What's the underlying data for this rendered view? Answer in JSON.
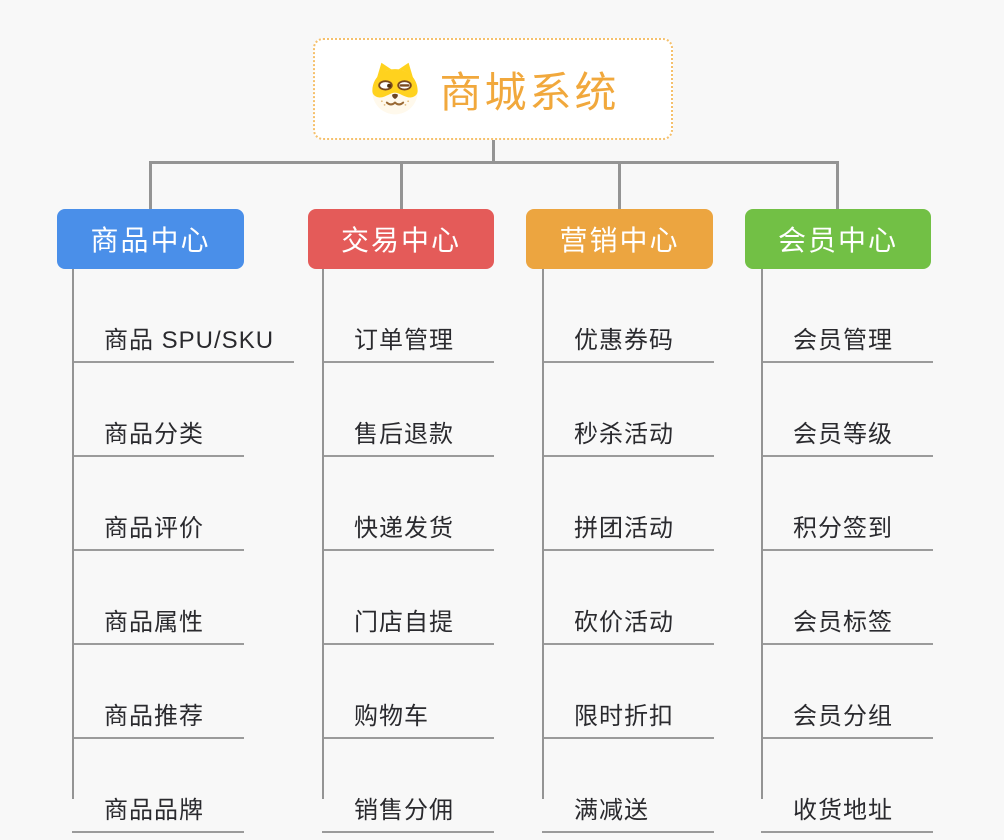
{
  "root": {
    "title": "商城系统",
    "icon": "dog-face-icon",
    "title_color": "#F1A83C",
    "border_color": "#F5C06C"
  },
  "branches": [
    {
      "label": "商品中心",
      "color": "#4A8FE9",
      "children": [
        "商品 SPU/SKU",
        "商品分类",
        "商品评价",
        "商品属性",
        "商品推荐",
        "商品品牌"
      ]
    },
    {
      "label": "交易中心",
      "color": "#E45B59",
      "children": [
        "订单管理",
        "售后退款",
        "快递发货",
        "门店自提",
        "购物车",
        "销售分佣"
      ]
    },
    {
      "label": "营销中心",
      "color": "#ECA540",
      "children": [
        "优惠券码",
        "秒杀活动",
        "拼团活动",
        "砍价活动",
        "限时折扣",
        "满减送"
      ]
    },
    {
      "label": "会员中心",
      "color": "#72C045",
      "children": [
        "会员管理",
        "会员等级",
        "积分签到",
        "会员标签",
        "会员分组",
        "收货地址"
      ]
    }
  ],
  "style": {
    "canvas_bg": "#f8f8f8",
    "connector_color": "#949494",
    "underline_color": "#9b9b9b",
    "leaf_text_color": "#2a2a2e"
  }
}
